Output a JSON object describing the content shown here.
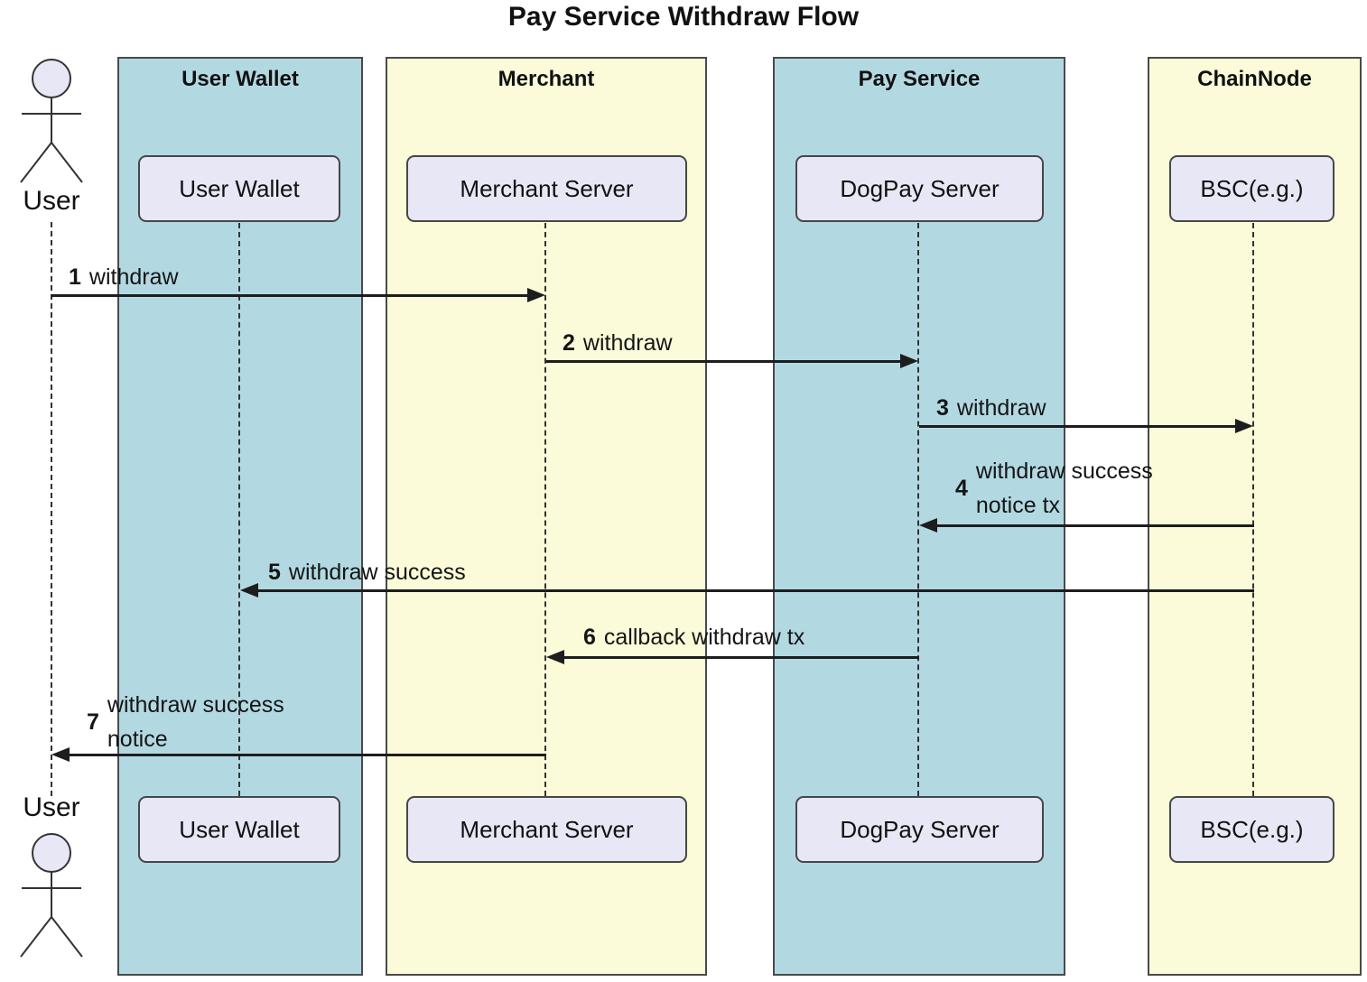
{
  "title": "Pay Service Withdraw Flow",
  "actors": {
    "top_label": "User",
    "bottom_label": "User"
  },
  "lanes": [
    {
      "header": "User Wallet",
      "participant": "User Wallet",
      "fill": "#B2D9E2"
    },
    {
      "header": "Merchant",
      "participant": "Merchant Server",
      "fill": "#FBFBD9"
    },
    {
      "header": "Pay Service",
      "participant": "DogPay Server",
      "fill": "#B2D9E2"
    },
    {
      "header": "ChainNode",
      "participant": "BSC(e.g.)",
      "fill": "#FBFBD9"
    }
  ],
  "messages": [
    {
      "num": "1",
      "text": "withdraw",
      "from": "User",
      "to": "Merchant Server"
    },
    {
      "num": "2",
      "text": "withdraw",
      "from": "Merchant Server",
      "to": "DogPay Server"
    },
    {
      "num": "3",
      "text": "withdraw",
      "from": "DogPay Server",
      "to": "BSC(e.g.)"
    },
    {
      "num": "4",
      "text": "withdraw success",
      "text2": "notice tx",
      "from": "BSC(e.g.)",
      "to": "DogPay Server"
    },
    {
      "num": "5",
      "text": "withdraw success",
      "from": "BSC(e.g.)",
      "to": "User Wallet"
    },
    {
      "num": "6",
      "text": "callback withdraw tx",
      "from": "DogPay Server",
      "to": "Merchant Server"
    },
    {
      "num": "7",
      "text": "withdraw success",
      "text2": "notice",
      "from": "Merchant Server",
      "to": "User"
    }
  ],
  "colors": {
    "lane_blue": "#B2D9E2",
    "lane_yellow": "#FBFBD9",
    "participant_fill": "#E7E7F6",
    "participant_border": "#474747",
    "arrow": "#1D1D1D",
    "actor_head_fill": "#E7E7F6",
    "background": "#FFFFFF"
  }
}
